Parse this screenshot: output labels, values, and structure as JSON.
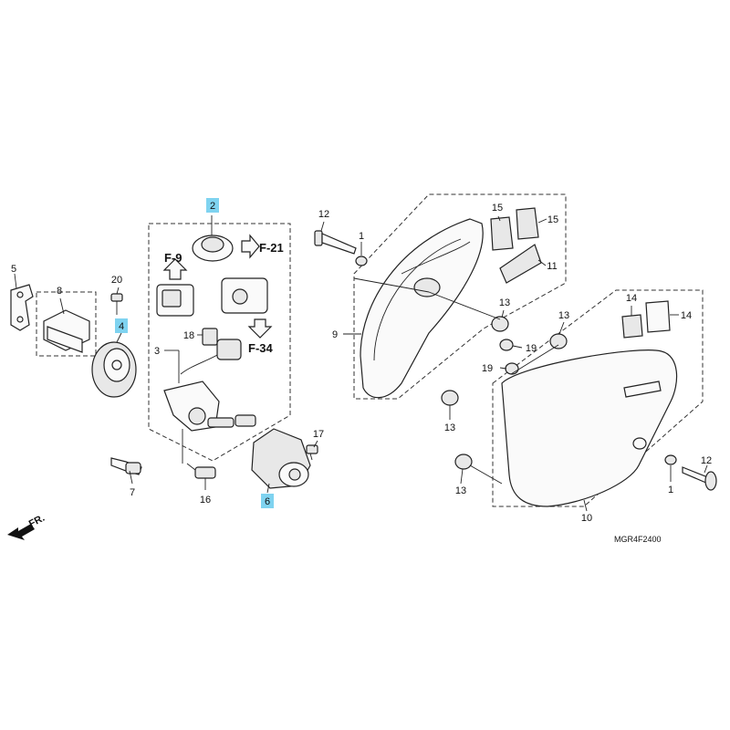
{
  "parts": [
    {
      "id": "p1a",
      "num": "1"
    },
    {
      "id": "p1b",
      "num": "1"
    },
    {
      "id": "p2",
      "num": "2",
      "highlight": true
    },
    {
      "id": "p3",
      "num": "3"
    },
    {
      "id": "p4",
      "num": "4",
      "highlight": true
    },
    {
      "id": "p5",
      "num": "5"
    },
    {
      "id": "p6",
      "num": "6",
      "highlight": true
    },
    {
      "id": "p7",
      "num": "7"
    },
    {
      "id": "p8",
      "num": "8"
    },
    {
      "id": "p9",
      "num": "9"
    },
    {
      "id": "p10",
      "num": "10"
    },
    {
      "id": "p11",
      "num": "11"
    },
    {
      "id": "p12a",
      "num": "12"
    },
    {
      "id": "p12b",
      "num": "12"
    },
    {
      "id": "p13a",
      "num": "13"
    },
    {
      "id": "p13b",
      "num": "13"
    },
    {
      "id": "p13c",
      "num": "13"
    },
    {
      "id": "p13d",
      "num": "13"
    },
    {
      "id": "p14a",
      "num": "14"
    },
    {
      "id": "p14b",
      "num": "14"
    },
    {
      "id": "p15a",
      "num": "15"
    },
    {
      "id": "p15b",
      "num": "15"
    },
    {
      "id": "p16",
      "num": "16"
    },
    {
      "id": "p17",
      "num": "17"
    },
    {
      "id": "p18",
      "num": "18"
    },
    {
      "id": "p19a",
      "num": "19"
    },
    {
      "id": "p19b",
      "num": "19"
    },
    {
      "id": "p20",
      "num": "20"
    }
  ],
  "refs": {
    "f21": "F-21",
    "f9": "F-9",
    "f34": "F-34"
  },
  "direction_label": "FR.",
  "diagram_code": "MGR4F2400",
  "colors": {
    "highlight": "#7fd3f0",
    "line": "#222222"
  }
}
